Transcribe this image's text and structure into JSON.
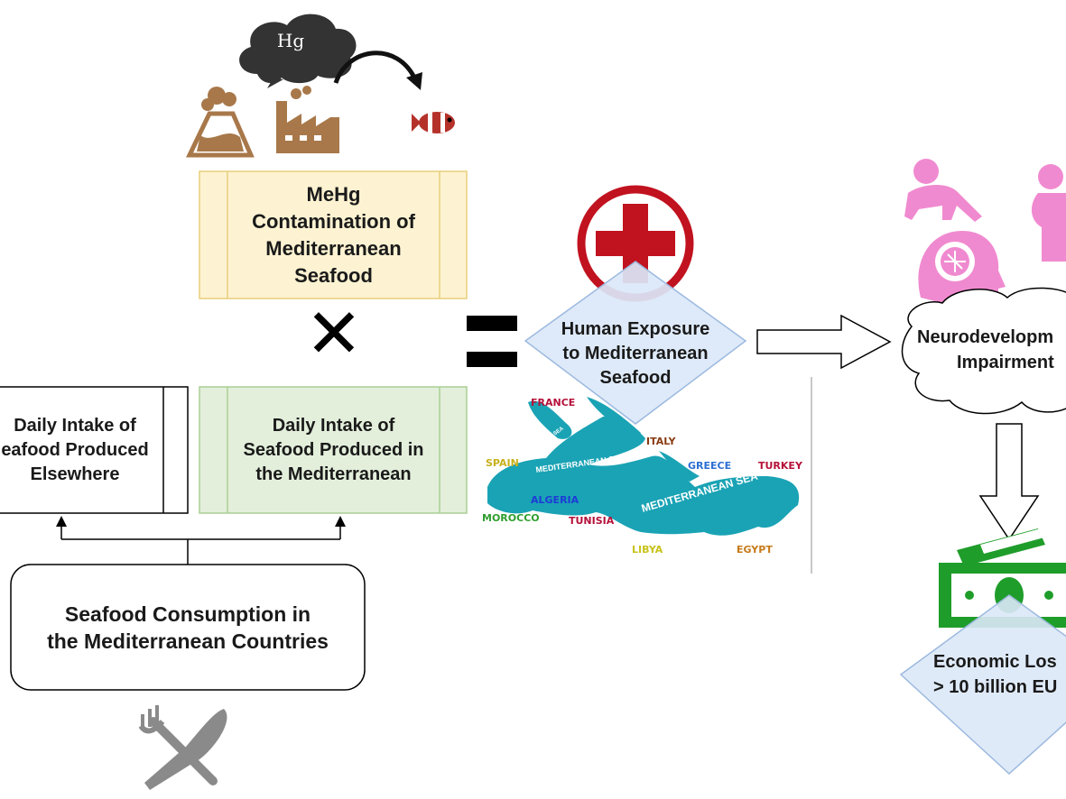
{
  "hg_cloud": {
    "label": "Hg"
  },
  "mehg_box": {
    "lines": [
      "MeHg",
      "Contamination of",
      "Mediterranean",
      "Seafood"
    ]
  },
  "multiply_sign": "✕",
  "intake_elsewhere_box": {
    "lines": [
      "Daily Intake of",
      "eafood Produced",
      "Elsewhere"
    ]
  },
  "intake_med_box": {
    "lines": [
      "Daily Intake of",
      "Seafood Produced in",
      "the Mediterranean"
    ]
  },
  "consumption_box": {
    "lines": [
      "Seafood Consumption in",
      "the Mediterranean Countries"
    ]
  },
  "exposure_diamond": {
    "lines": [
      "Human Exposure",
      "to Mediterranean",
      "Seafood"
    ]
  },
  "neuro_cloud": {
    "lines": [
      "Neurodevelopm",
      "Impairment"
    ]
  },
  "economic_diamond": {
    "lines": [
      "Economic Los",
      "> 10 billion EU"
    ]
  },
  "map": {
    "sea_labels": [
      "MEDITERRANEAN SEA",
      "MEDITERRANEAN SEA",
      "ADRIATIC SEA"
    ],
    "countries": [
      {
        "name": "FRANCE",
        "color": "#b5123a"
      },
      {
        "name": "ITALY",
        "color": "#8a3b12"
      },
      {
        "name": "SPAIN",
        "color": "#c7b01a"
      },
      {
        "name": "GREECE",
        "color": "#2d6fd1"
      },
      {
        "name": "TURKEY",
        "color": "#b5123a"
      },
      {
        "name": "ALGERIA",
        "color": "#1d3bd6"
      },
      {
        "name": "TUNISIA",
        "color": "#b5123a"
      },
      {
        "name": "MOROCCO",
        "color": "#2f9e2f"
      },
      {
        "name": "LIBYA",
        "color": "#c7c21a"
      },
      {
        "name": "EGYPT",
        "color": "#c77a1a"
      }
    ]
  },
  "colors": {
    "mehg_fill": "#fdf3d2",
    "mehg_border": "#e8cf7a",
    "green_fill": "#e3efdb",
    "green_border": "#a9cf93",
    "diamond_fill": "#dbe8f8",
    "diamond_border": "#9cb9df",
    "sea": "#1aa3b5",
    "pink": "#f08ad0",
    "money": "#1f9d2a",
    "brown": "#a8784a"
  }
}
